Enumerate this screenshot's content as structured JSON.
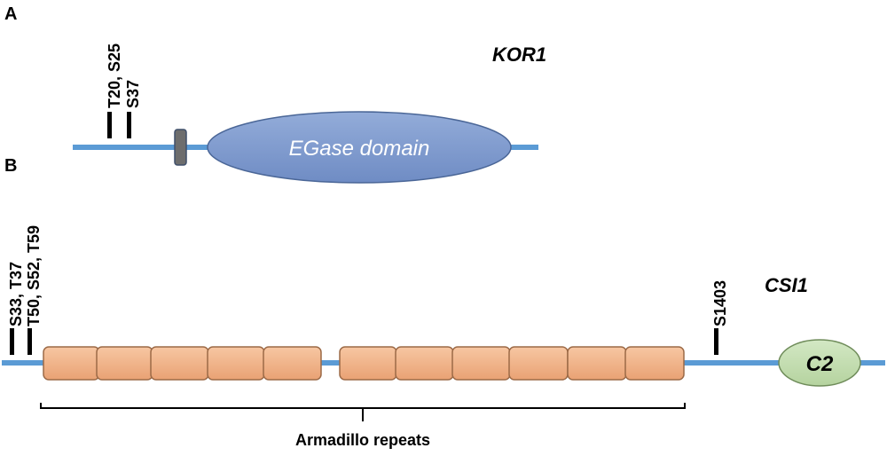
{
  "panel_a": {
    "label": "A",
    "protein": "KOR1",
    "sites": [
      "T20, S25",
      "S37"
    ],
    "domain": "EGase domain",
    "colors": {
      "backbone": "#5b9bd5",
      "domain": "#7e9bd0",
      "tm": "#6d6d6d"
    }
  },
  "panel_b": {
    "label": "B",
    "protein": "CSI1",
    "sites": [
      "S33, T37",
      "T50, S52, T59",
      "S1403"
    ],
    "repeat_count": 11,
    "c2_domain": "C2",
    "bracket_label": "Armadillo repeats",
    "colors": {
      "backbone": "#5b9bd5",
      "repeat": "#f4b183",
      "c2": "#c5e0b4"
    }
  }
}
